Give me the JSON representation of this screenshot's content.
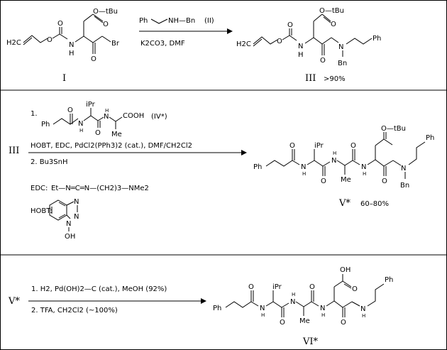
{
  "compounds": {
    "I": "I",
    "III": "III",
    "III_yield": ">90%",
    "III_ref": "III",
    "V": "V*",
    "V_yield": "60–80%",
    "V_ref": "V*",
    "VI": "VI*"
  },
  "atoms": {
    "otbu": "O—tBu",
    "o": "O",
    "n": "N",
    "nh": "N",
    "h": "H",
    "br": "Br",
    "h2c": "H2C",
    "bn": "Bn",
    "ph": "Ph",
    "ipr": "iPr",
    "me": "Me",
    "cooh": "COOH",
    "oh": "OH"
  },
  "step1": {
    "reagent_ph": "Ph",
    "reagent_nh_bn": "NH—Bn",
    "reagent_label": "(II)",
    "conditions": "K2CO3,   DMF"
  },
  "step2": {
    "line1_prefix": "1.",
    "iv_label": "(IV*)",
    "line2": "HOBT,  EDC,    PdCl2(PPh3)2 (cat.),  DMF/CH2Cl2",
    "line3": "2.  Bu3SnH",
    "edc_label": "EDC:",
    "edc_formula": "Et—N═C═N—(CH2)3—NMe2",
    "hobt_label": "HOBT:"
  },
  "step3": {
    "line1": "1.  H2,   Pd(OH)2—C (cat.),  MeOH  (92%)",
    "line2": "2.  TFA,    CH2Cl2      (~100%)"
  }
}
